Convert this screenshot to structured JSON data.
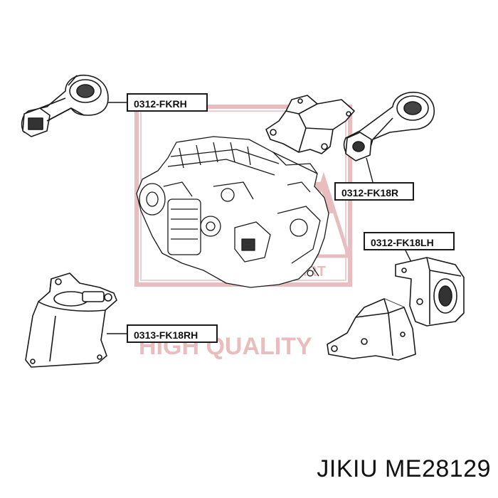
{
  "colors": {
    "line": "#1a1a1a",
    "watermark": "#e7b5b8",
    "background": "#ffffff"
  },
  "watermark": {
    "brand_text": "ASVA",
    "slogan": "HIGH QUALITY",
    "sub_text": "PART"
  },
  "parts": [
    {
      "code": "0312-FKRH"
    },
    {
      "code": "0312-FK18R"
    },
    {
      "code": "0312-FK18LH"
    },
    {
      "code": "0313-FK18RH"
    }
  ],
  "caption": "JIKIU ME28129"
}
